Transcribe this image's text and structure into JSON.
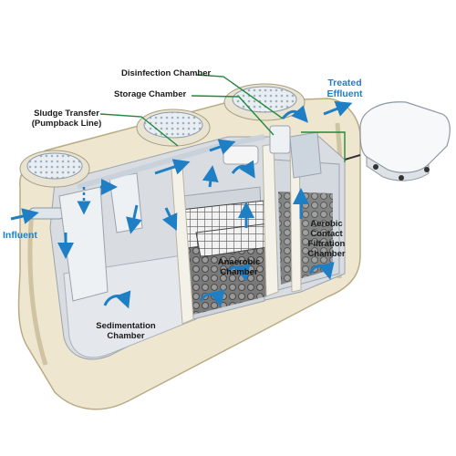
{
  "labels": {
    "disinfection": "Disinfection Chamber",
    "storage": "Storage Chamber",
    "sludge_line1": "Sludge Transfer",
    "sludge_line2": "(Pumpback Line)",
    "treated_line1": "Treated",
    "treated_line2": "Effluent",
    "influent": "Influent",
    "anaerobic_line1": "Anaerobic",
    "anaerobic_line2": "Chamber",
    "aerobic_line1": "Aerobic",
    "aerobic_line2": "Contact",
    "aerobic_line3": "Filtration",
    "aerobic_line4": "Chamber",
    "sedimentation_line1": "Sedimentation",
    "sedimentation_line2": "Chamber"
  },
  "colors": {
    "tank_body": "#efe6cf",
    "tank_shadow": "#cfc3a2",
    "interior": "#d9dde2",
    "flow_arrow": "#1f7fc4",
    "leader_line": "#1f8a3c",
    "media": "#6b6b6b",
    "grate": "#e9e9e9"
  }
}
